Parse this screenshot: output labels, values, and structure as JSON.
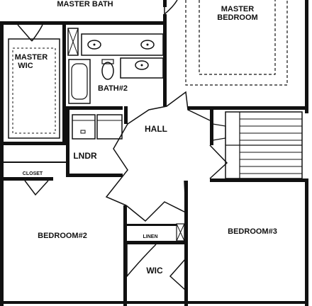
{
  "rooms": {
    "master_bath": "MASTER BATH",
    "master_bedroom_line1": "MASTER",
    "master_bedroom_line2": "BEDROOM",
    "master_wic_line1": "MASTER",
    "master_wic_line2": "WIC",
    "bath2": "BATH#2",
    "hall": "HALL",
    "lndr": "LNDR",
    "closet": "CLOSET",
    "bedroom2": "BEDROOM#2",
    "linen": "LINEN",
    "bedroom3": "BEDROOM#3",
    "wic": "WIC"
  },
  "colors": {
    "ink": "#111111",
    "background": "#ffffff"
  }
}
